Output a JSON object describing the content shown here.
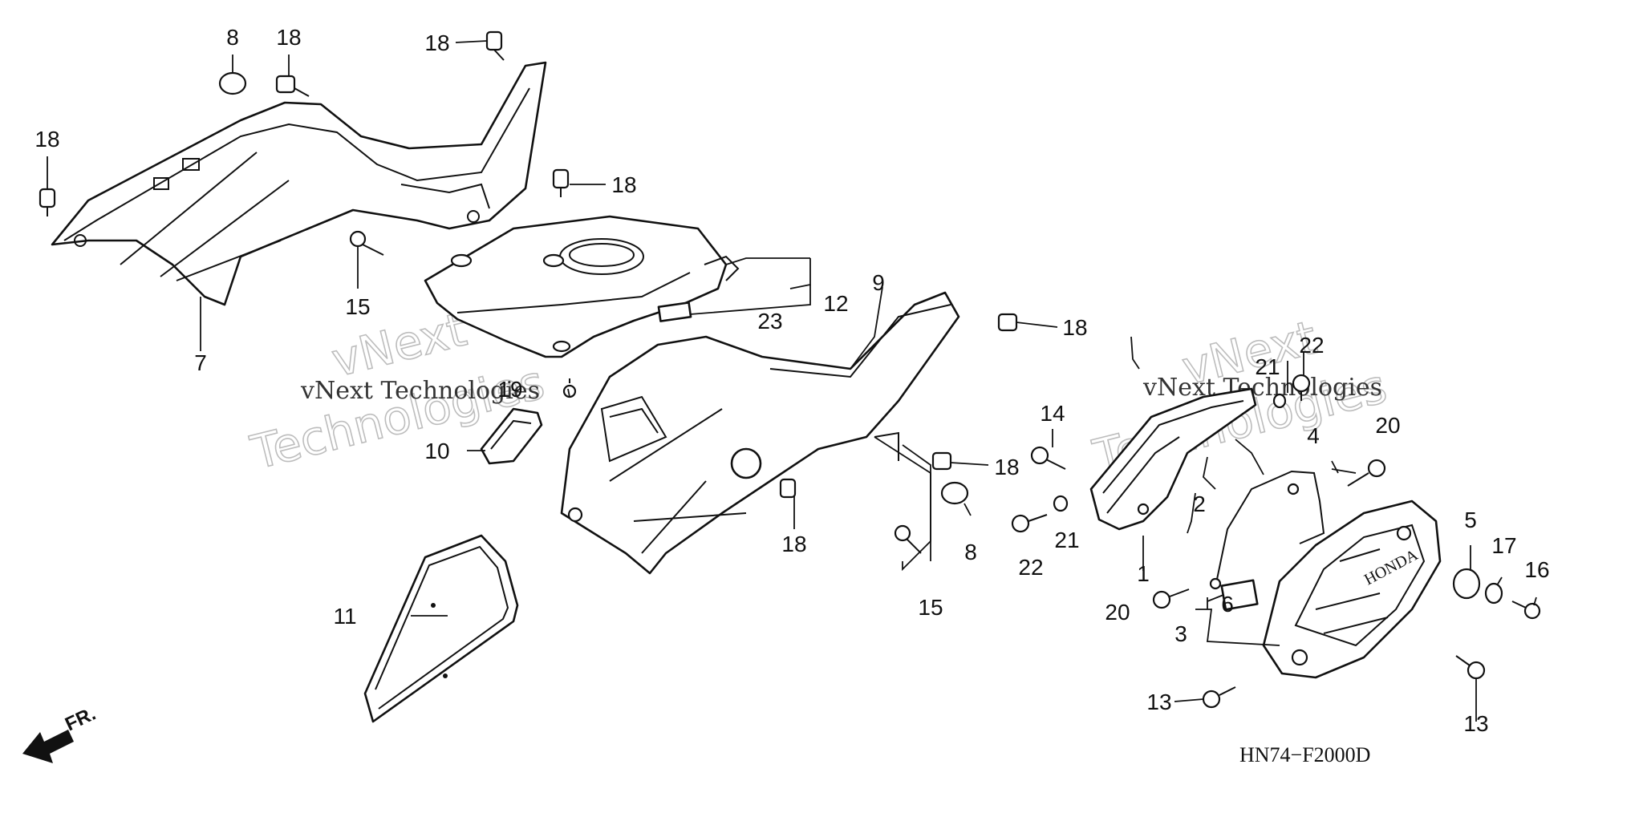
{
  "labels": {
    "p1": "1",
    "p2": "2",
    "p3": "3",
    "p4": "4",
    "p5": "5",
    "p6": "6",
    "p7": "7",
    "p8": "8",
    "p8b": "8",
    "p9": "9",
    "p10": "10",
    "p11": "11",
    "p12": "12",
    "p13a": "13",
    "p13b": "13",
    "p14": "14",
    "p15a": "15",
    "p15b": "15",
    "p16": "16",
    "p17": "17",
    "p18a": "18",
    "p18b": "18",
    "p18c": "18",
    "p18d": "18",
    "p18e": "18",
    "p18f": "18",
    "p18g": "18",
    "p19": "19",
    "p20a": "20",
    "p20b": "20",
    "p21a": "21",
    "p21b": "21",
    "p22a": "22",
    "p22b": "22",
    "p23": "23"
  },
  "diagram_code": "HN74−F2000D",
  "watermarks": {
    "brand_top": "vNext",
    "brand_bottom": "Technologies",
    "line": "vNext Technologies"
  },
  "embossed_text": "HONDA",
  "direction_label": "FR."
}
